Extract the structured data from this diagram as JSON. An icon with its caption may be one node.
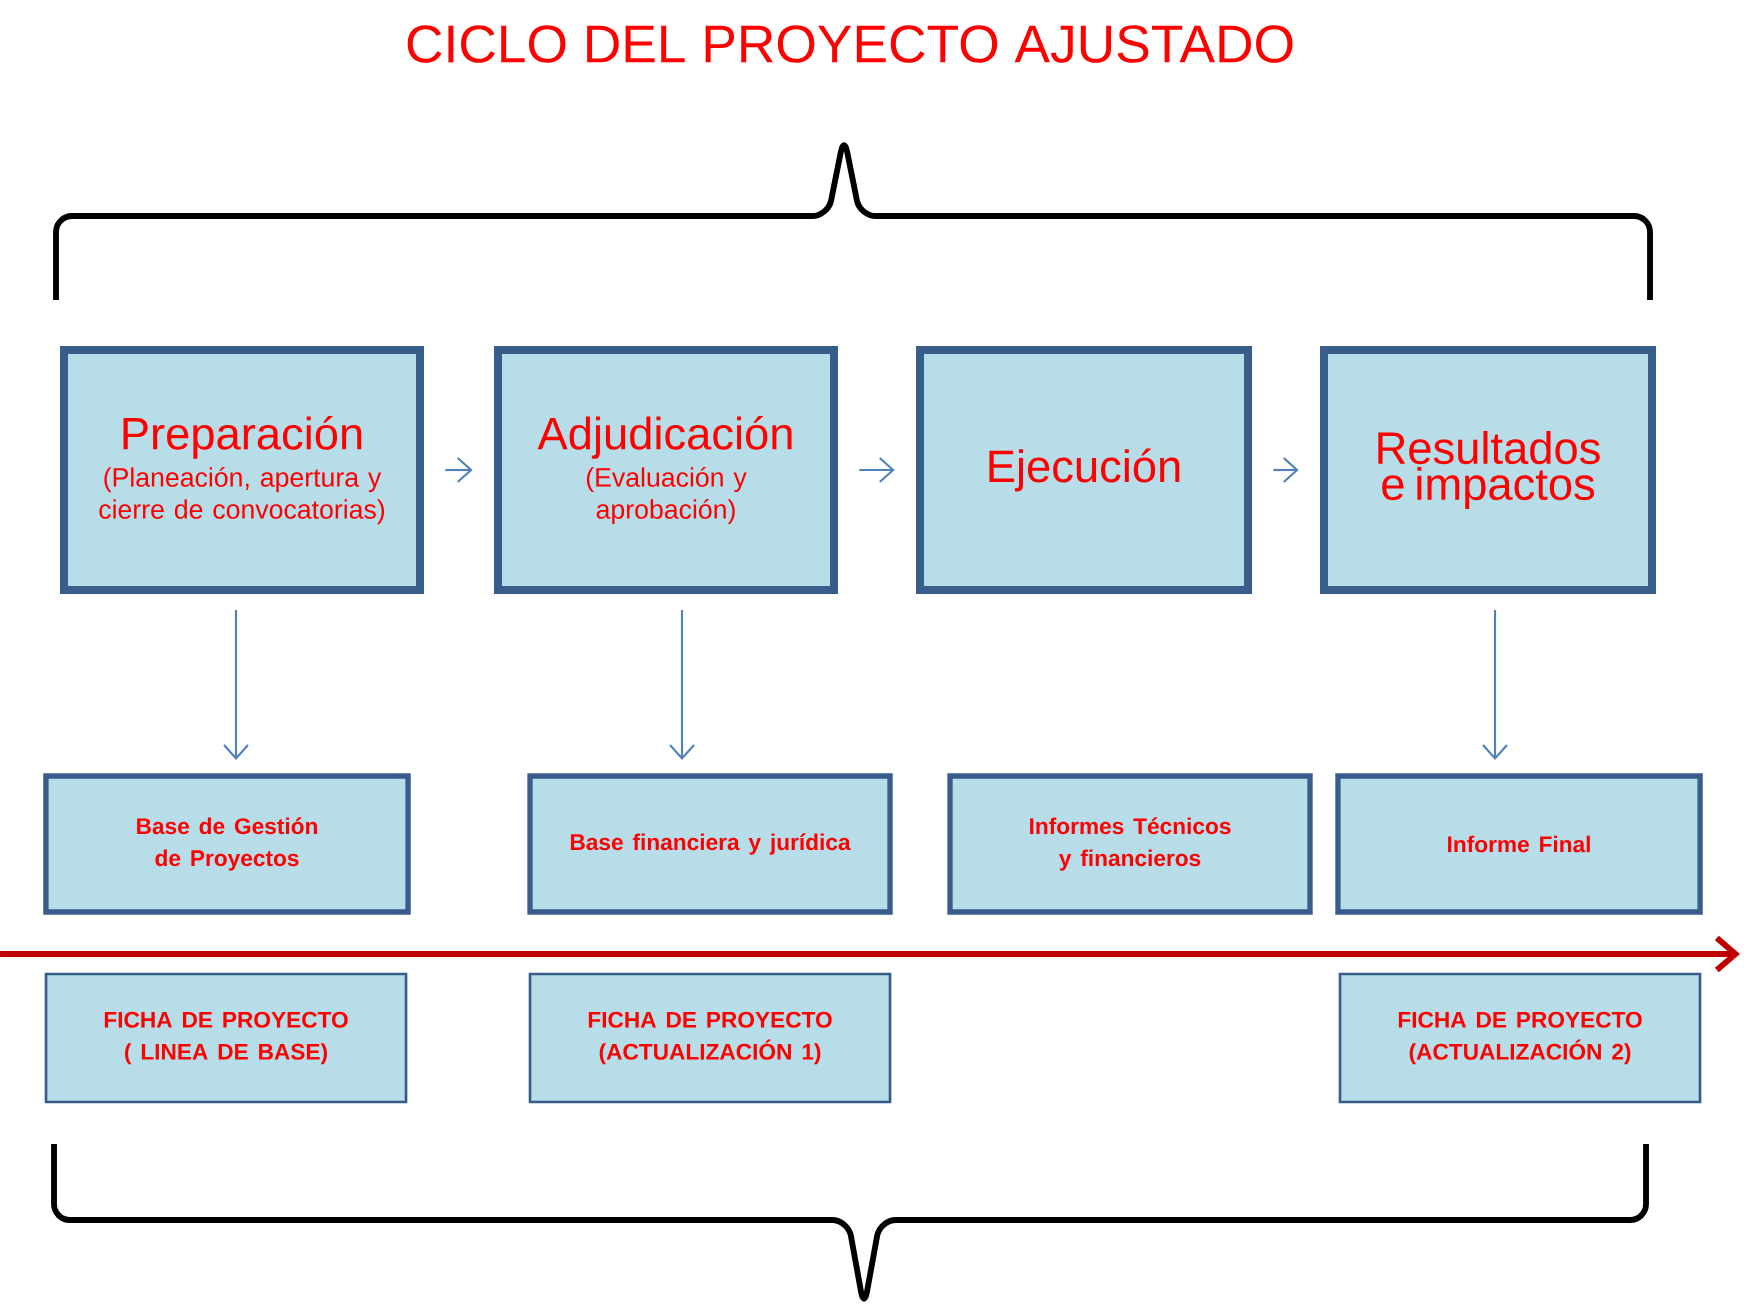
{
  "diagram": {
    "title": "CICLO DEL PROYECTO AJUSTADO",
    "nodes": [
      {
        "text": [
          "Preparación",
          "(Planeación, apertura y cierre de convocatorias)"
        ]
      },
      {
        "text": [
          "Adjudicación",
          "(Evaluación y aprobación)"
        ]
      },
      {
        "text": [
          "Ejecución"
        ]
      },
      {
        "text": [
          "Resultados e impactos"
        ]
      },
      {
        "text": [
          "Base de Gestión de Proyectos"
        ]
      },
      {
        "text": [
          "Base financiera  y jurídica"
        ]
      },
      {
        "text": [
          "Informes Técnicos  y financieros"
        ]
      },
      {
        "text": [
          "Informe Final"
        ]
      },
      {
        "text": [
          "FICHA DE PROYECTO ( LINEA DE BASE)"
        ]
      },
      {
        "text": [
          "FICHA DE PROYECTO (ACTUALIZACIÓN 1)"
        ]
      },
      {
        "text": [
          "FICHA DE PROYECTO (ACTUALIZACIÓN 2)"
        ]
      }
    ],
    "edges": [
      {
        "from": 0,
        "to": 1,
        "arrow": "to"
      },
      {
        "from": 1,
        "to": 2,
        "arrow": "to"
      },
      {
        "from": 2,
        "to": 3,
        "arrow": "to"
      },
      {
        "from": 0,
        "to": 4,
        "arrow": "to"
      },
      {
        "from": 1,
        "to": 5,
        "arrow": "to"
      },
      {
        "from": 3,
        "to": 7,
        "arrow": "to"
      }
    ]
  }
}
